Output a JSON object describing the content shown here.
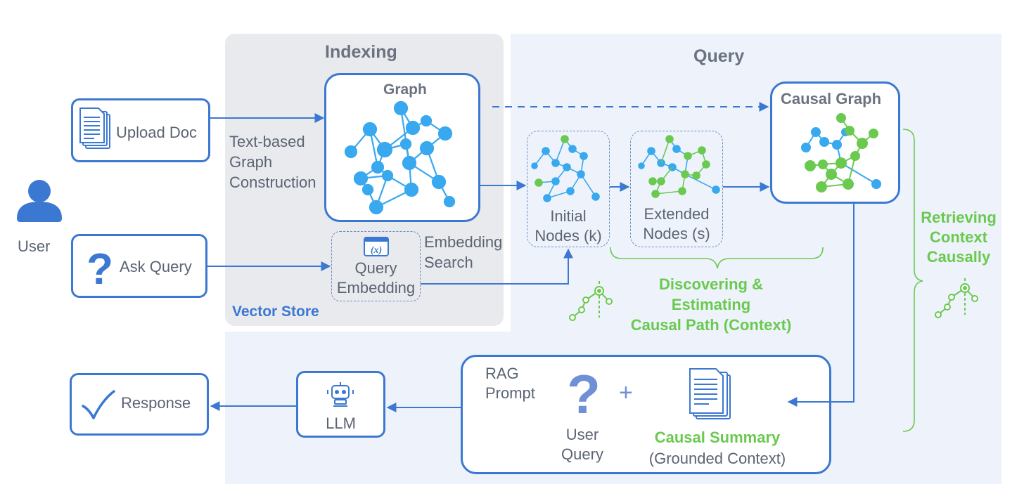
{
  "regions": {
    "indexing_title": "Indexing",
    "query_title": "Query",
    "vector_store_label": "Vector Store"
  },
  "user": {
    "label": "User"
  },
  "upload_doc": {
    "label": "Upload Doc"
  },
  "ask_query": {
    "label": "Ask Query"
  },
  "graph_box": {
    "title": "Graph"
  },
  "text_based": {
    "line1": "Text-based",
    "line2": "Graph",
    "line3": "Construction"
  },
  "query_embedding": {
    "line1": "Query",
    "line2": "Embedding",
    "icon_text": "(x)"
  },
  "embedding_search": {
    "line1": "Embedding",
    "line2": "Search"
  },
  "initial_nodes": {
    "line1": "Initial",
    "line2": "Nodes (k)"
  },
  "extended_nodes": {
    "line1": "Extended",
    "line2": "Nodes (s)"
  },
  "causal_graph": {
    "title": "Causal Graph"
  },
  "discovering": {
    "line1": "Discovering &",
    "line2": "Estimating",
    "line3": "Causal Path (Context)"
  },
  "retrieving": {
    "line1": "Retrieving",
    "line2": "Context",
    "line3": "Causally"
  },
  "rag_prompt": {
    "line1": "RAG",
    "line2": "Prompt",
    "user_query_1": "User",
    "user_query_2": "Query",
    "plus": "+",
    "causal_summary": "Causal Summary",
    "grounded": "(Grounded Context)"
  },
  "llm": {
    "label": "LLM"
  },
  "response": {
    "label": "Response"
  },
  "colors": {
    "blue": "#3b78d1",
    "node_blue": "#38a8ef",
    "green": "#6ac94f",
    "gray_region": "#e9eaee",
    "query_region": "#eef3fb",
    "text_gray": "#5b6473"
  }
}
